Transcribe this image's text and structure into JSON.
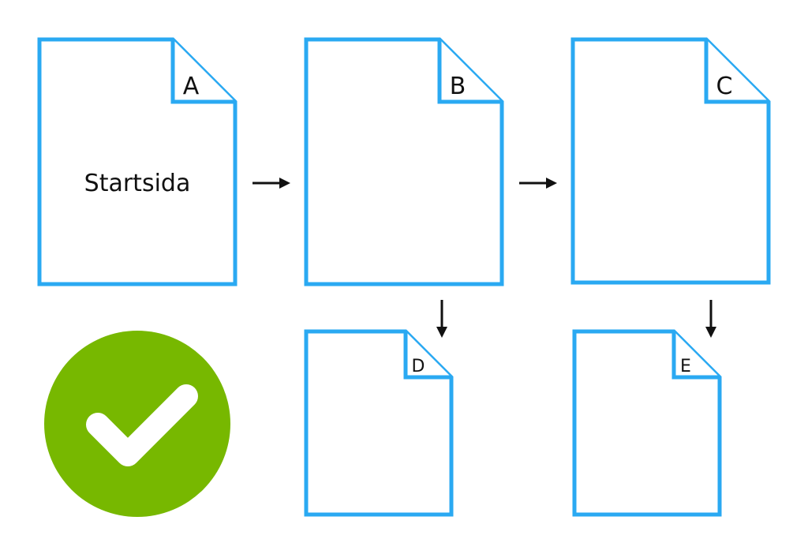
{
  "diagram": {
    "pages": [
      {
        "id": "A",
        "letter": "A",
        "label": "Startsida"
      },
      {
        "id": "B",
        "letter": "B",
        "label": ""
      },
      {
        "id": "C",
        "letter": "C",
        "label": ""
      },
      {
        "id": "D",
        "letter": "D",
        "label": ""
      },
      {
        "id": "E",
        "letter": "E",
        "label": ""
      }
    ],
    "links": [
      {
        "from": "A",
        "to": "B",
        "direction": "right"
      },
      {
        "from": "B",
        "to": "C",
        "direction": "right"
      },
      {
        "from": "B",
        "to": "D",
        "direction": "down"
      },
      {
        "from": "C",
        "to": "E",
        "direction": "down"
      }
    ],
    "status": {
      "icon": "check-circle-icon",
      "color": "#77b800",
      "mark_color": "#ffffff"
    },
    "colors": {
      "page_outline": "#2aa9f2",
      "arrow": "#111111",
      "text": "#111111"
    }
  }
}
